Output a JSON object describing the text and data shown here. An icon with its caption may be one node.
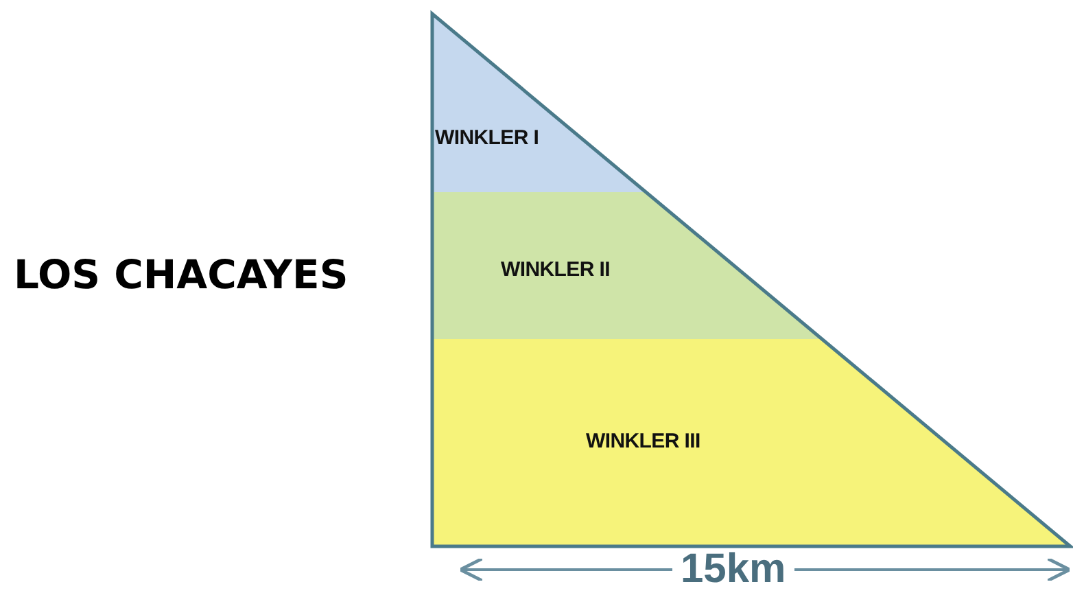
{
  "diagram": {
    "nodes": [
      {
        "text": [
          "WINKLER I"
        ]
      },
      {
        "text": [
          "WINKLER II"
        ]
      },
      {
        "text": [
          "WINKLER III"
        ]
      }
    ],
    "labels": [
      "LOS CHACAYES",
      "15km"
    ]
  }
}
